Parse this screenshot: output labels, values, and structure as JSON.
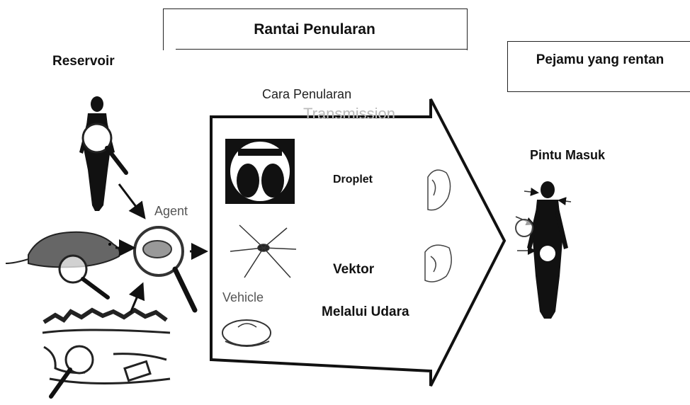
{
  "title": "Rantai Penularan",
  "labels": {
    "reservoir": "Reservoir",
    "susceptible_host": "Pejamu yang rentan",
    "mode_of_transmission": "Cara Penularan",
    "portal_of_entry": "Pintu Masuk",
    "droplet": "Droplet",
    "vector": "Vektor",
    "airborne": "Melalui Udara"
  },
  "figure_labels": {
    "agent": "Agent",
    "vehicle": "Vehicle",
    "transmission": "Transmission"
  }
}
